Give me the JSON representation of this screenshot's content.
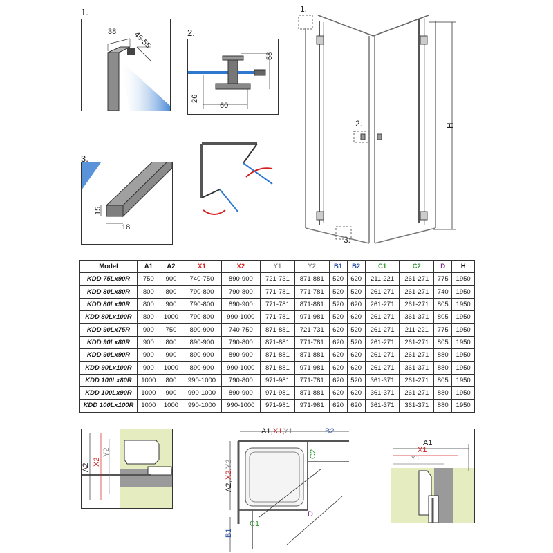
{
  "callouts": {
    "c1": "1.",
    "c2": "2.",
    "c3": "3.",
    "overview_1": "1.",
    "overview_2": "2.",
    "overview_3": "3."
  },
  "detail1": {
    "dim_width": "38",
    "dim_range": "45-55"
  },
  "detail2": {
    "dim_height": "58",
    "dim_base": "26",
    "dim_width": "60"
  },
  "detail3": {
    "dim_height": "15",
    "dim_width": "18"
  },
  "overview": {
    "height_label": "H"
  },
  "table": {
    "headers": [
      "Model",
      "A1",
      "A2",
      "X1",
      "X2",
      "Y1",
      "Y2",
      "B1",
      "B2",
      "C1",
      "C2",
      "D",
      "H"
    ],
    "header_colors": [
      "#111111",
      "#111111",
      "#111111",
      "#d62020",
      "#d62020",
      "#888888",
      "#888888",
      "#2a4fa8",
      "#2a4fa8",
      "#2e9a2e",
      "#2e9a2e",
      "#7a2a8a",
      "#111111"
    ],
    "rows": [
      [
        "KDD 75Lx90R",
        "750",
        "900",
        "740-750",
        "890-900",
        "721-731",
        "871-881",
        "520",
        "620",
        "211-221",
        "261-271",
        "775",
        "1950"
      ],
      [
        "KDD 80Lx80R",
        "800",
        "800",
        "790-800",
        "790-800",
        "771-781",
        "771-781",
        "520",
        "520",
        "261-271",
        "261-271",
        "740",
        "1950"
      ],
      [
        "KDD 80Lx90R",
        "800",
        "900",
        "790-800",
        "890-900",
        "771-781",
        "871-881",
        "520",
        "620",
        "261-271",
        "261-271",
        "805",
        "1950"
      ],
      [
        "KDD 80Lx100R",
        "800",
        "1000",
        "790-800",
        "990-1000",
        "771-781",
        "971-981",
        "520",
        "620",
        "261-271",
        "361-371",
        "805",
        "1950"
      ],
      [
        "KDD 90Lx75R",
        "900",
        "750",
        "890-900",
        "740-750",
        "871-881",
        "721-731",
        "620",
        "520",
        "261-271",
        "211-221",
        "775",
        "1950"
      ],
      [
        "KDD 90Lx80R",
        "900",
        "800",
        "890-900",
        "790-800",
        "871-881",
        "771-781",
        "620",
        "520",
        "261-271",
        "261-271",
        "805",
        "1950"
      ],
      [
        "KDD 90Lx90R",
        "900",
        "900",
        "890-900",
        "890-900",
        "871-881",
        "871-881",
        "620",
        "620",
        "261-271",
        "261-271",
        "880",
        "1950"
      ],
      [
        "KDD 90Lx100R",
        "900",
        "1000",
        "890-900",
        "990-1000",
        "871-881",
        "971-981",
        "620",
        "620",
        "261-271",
        "361-371",
        "880",
        "1950"
      ],
      [
        "KDD 100Lx80R",
        "1000",
        "800",
        "990-1000",
        "790-800",
        "971-981",
        "771-781",
        "620",
        "520",
        "361-371",
        "261-271",
        "805",
        "1950"
      ],
      [
        "KDD 100Lx90R",
        "1000",
        "900",
        "990-1000",
        "890-900",
        "971-981",
        "871-881",
        "620",
        "620",
        "361-371",
        "261-271",
        "880",
        "1950"
      ],
      [
        "KDD 100Lx100R",
        "1000",
        "1000",
        "990-1000",
        "990-1000",
        "971-981",
        "971-981",
        "620",
        "620",
        "361-371",
        "361-371",
        "880",
        "1950"
      ]
    ]
  },
  "bottom_left": {
    "a2": "A2",
    "x2": "X2",
    "y2": "Y2"
  },
  "bottom_center": {
    "top_a1": "A1,",
    "top_x1": "X1,",
    "top_y1": "Y1",
    "top_b2": "B2",
    "side_a2": "A2,",
    "side_x2": "X2,",
    "side_y2": "Y2",
    "c2": "C2",
    "c1": "C1",
    "d": "D",
    "b1": "B1"
  },
  "bottom_right": {
    "a1": "A1",
    "x1": "X1",
    "y1": "Y1"
  },
  "colors": {
    "glass_blue": "#3a7fd0",
    "wall_green": "#e4ecc0",
    "profile_gray": "#9a9a9a",
    "red": "#d62020",
    "green": "#2e9a2e",
    "blue": "#2a4fa8",
    "purple": "#7a2a8a"
  }
}
